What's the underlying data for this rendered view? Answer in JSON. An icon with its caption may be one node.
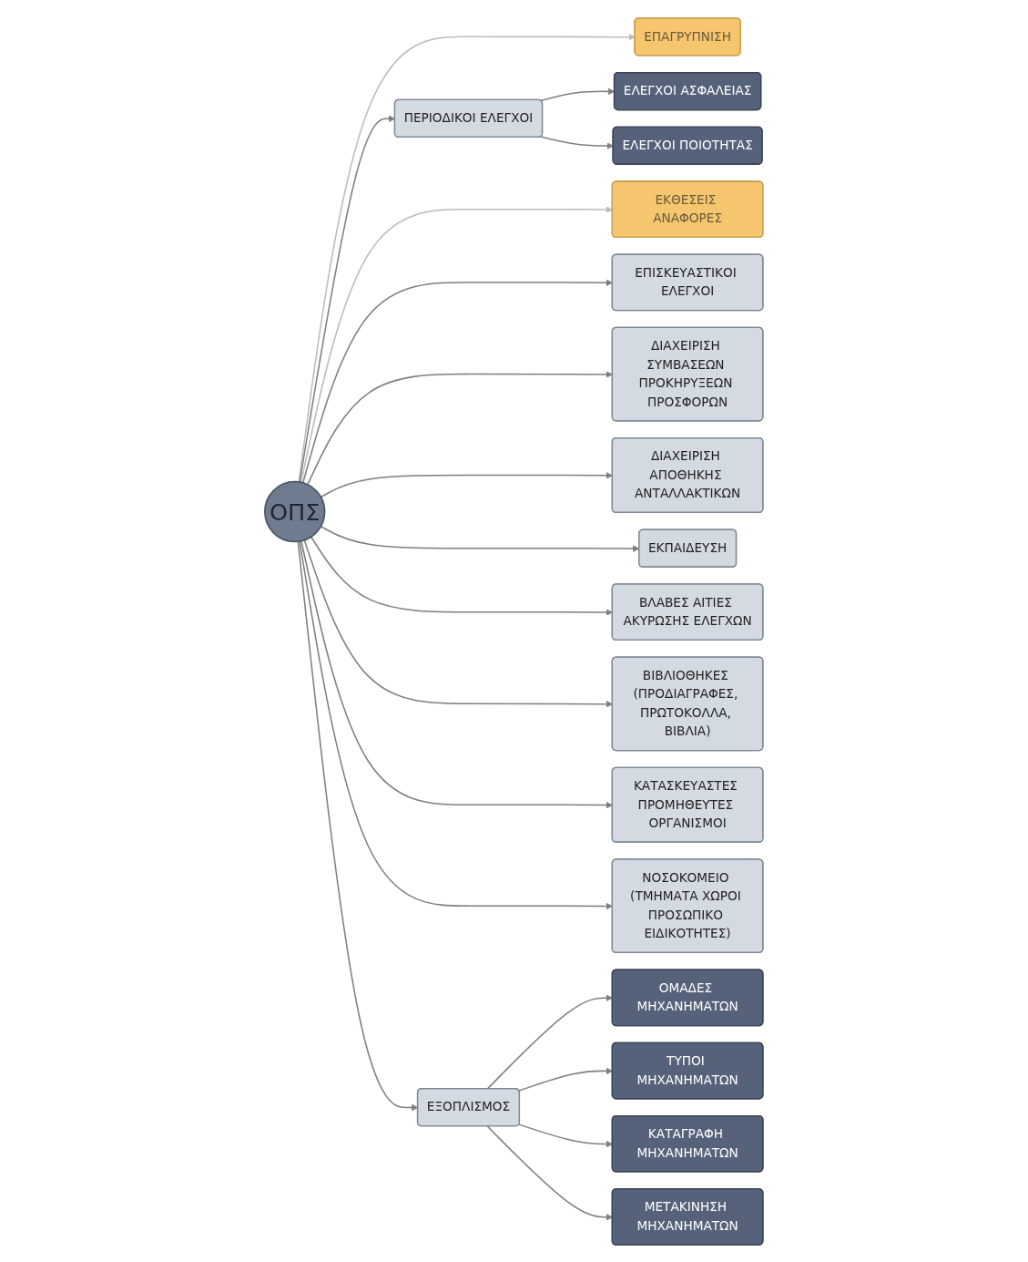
{
  "diagram": {
    "nodes": [
      {
        "text": [
          "ΕΠΑΓΡΥΠΝΙΣΗ"
        ]
      },
      {
        "text": [
          "ΠΕΡΙΟΔΙΚΟΙ ΕΛΕΓΧΟΙ"
        ]
      },
      {
        "text": [
          "ΕΚΘΕΣΕΙΣ ΑΝΑΦΟΡΕΣ"
        ]
      },
      {
        "text": [
          "ΕΠΙΣΚΕΥΑΣΤΙΚΟΙ ΕΛΕΓΧΟΙ"
        ]
      },
      {
        "text": [
          "ΔΙΑΧΕΙΡΙΣΗ ΣΥΜΒΑΣΕΩΝ ΠΡΟΚΗΡΥΞΕΩΝ ΠΡΟΣΦΟΡΩΝ"
        ]
      },
      {
        "text": [
          "ΕΛΕΓΧΟΙ ΑΣΦΑΛΕΙΑΣ"
        ]
      },
      {
        "text": [
          "ΕΛΕΓΧΟΙ ΠΟΙΟΤΗΤΑΣ"
        ]
      },
      {
        "text": [
          "ΔΙΑΧΕΙΡΙΣΗ ΑΠΟΘΗΚΗΣ ΑΝΤΑΛΛΑΚΤΙΚΩΝ"
        ]
      },
      {
        "text": [
          "ΕΚΠΑΙΔΕΥΣΗ"
        ]
      },
      {
        "text": [
          "ΒΛΑΒΕΣ ΑΙΤΙΕΣ ΑΚΥΡΩΣΗΣ ΕΛΕΓΧΩΝ"
        ]
      },
      {
        "text": [
          "ΟΠΣ"
        ]
      },
      {
        "text": [
          "ΒΙΒΛΙΟΘΗΚΕΣ (ΠΡΟΔΙΑΓΡΑΦΕΣ, ΠΡΩΤΟΚΟΛΛΑ, ΒΙΒΛΙΑ)"
        ]
      },
      {
        "text": [
          "ΚΑΤΑΣΚΕΥΑΣΤΕΣ ΠΡΟΜΗΘΕΥΤΕΣ ΟΡΓΑΝΙΣΜΟΙ"
        ]
      },
      {
        "text": [
          "ΝΟΣΟΚΟΜΕΙΟ (ΤΜΗΜΑΤΑ ΧΩΡΟΙ ΠΡΟΣΩΠΙΚΟ ΕΙΔΙΚΟΤΗΤΕΣ)"
        ]
      },
      {
        "text": [
          "ΟΜΑΔΕΣ ΜΗΧΑΝΗΜΑΤΩΝ"
        ]
      },
      {
        "text": [
          "ΤΥΠΟΙ ΜΗΧΑΝΗΜΑΤΩΝ"
        ]
      },
      {
        "text": [
          "ΚΑΤΑΓΡΑΦΗ ΜΗΧΑΝΗΜΑΤΩΝ"
        ]
      },
      {
        "text": [
          "ΜΕΤΑΚΙΝΗΣΗ ΜΗΧΑΝΗΜΑΤΩΝ"
        ]
      },
      {
        "text": [
          "ΕΞΟΠΛΙΣΜΟΣ"
        ]
      }
    ],
    "edges": [
      {
        "from": 10,
        "to": 0,
        "arrow": "to",
        "color": "#bbbbbb"
      },
      {
        "from": 10,
        "to": 1,
        "arrow": "to"
      },
      {
        "from": 10,
        "to": 2,
        "arrow": "to",
        "color": "#bbbbbb"
      },
      {
        "from": 10,
        "to": 3,
        "arrow": "to"
      },
      {
        "from": 10,
        "to": 4,
        "arrow": "to"
      },
      {
        "from": 1,
        "to": 5,
        "arrow": "to"
      },
      {
        "from": 1,
        "to": 6,
        "arrow": "to"
      },
      {
        "from": 10,
        "to": 7,
        "arrow": "to"
      },
      {
        "from": 10,
        "to": 8,
        "arrow": "to"
      },
      {
        "from": 10,
        "to": 9,
        "arrow": "to"
      },
      {
        "from": 10,
        "to": 11,
        "arrow": "to"
      },
      {
        "from": 10,
        "to": 12,
        "arrow": "to"
      },
      {
        "from": 10,
        "to": 13,
        "arrow": "to"
      },
      {
        "from": 10,
        "to": 18,
        "arrow": "to"
      },
      {
        "from": 18,
        "to": 14,
        "arrow": "to"
      },
      {
        "from": 18,
        "to": 15,
        "arrow": "to"
      },
      {
        "from": 18,
        "to": 16,
        "arrow": "to"
      },
      {
        "from": 18,
        "to": 17,
        "arrow": "to"
      }
    ]
  }
}
